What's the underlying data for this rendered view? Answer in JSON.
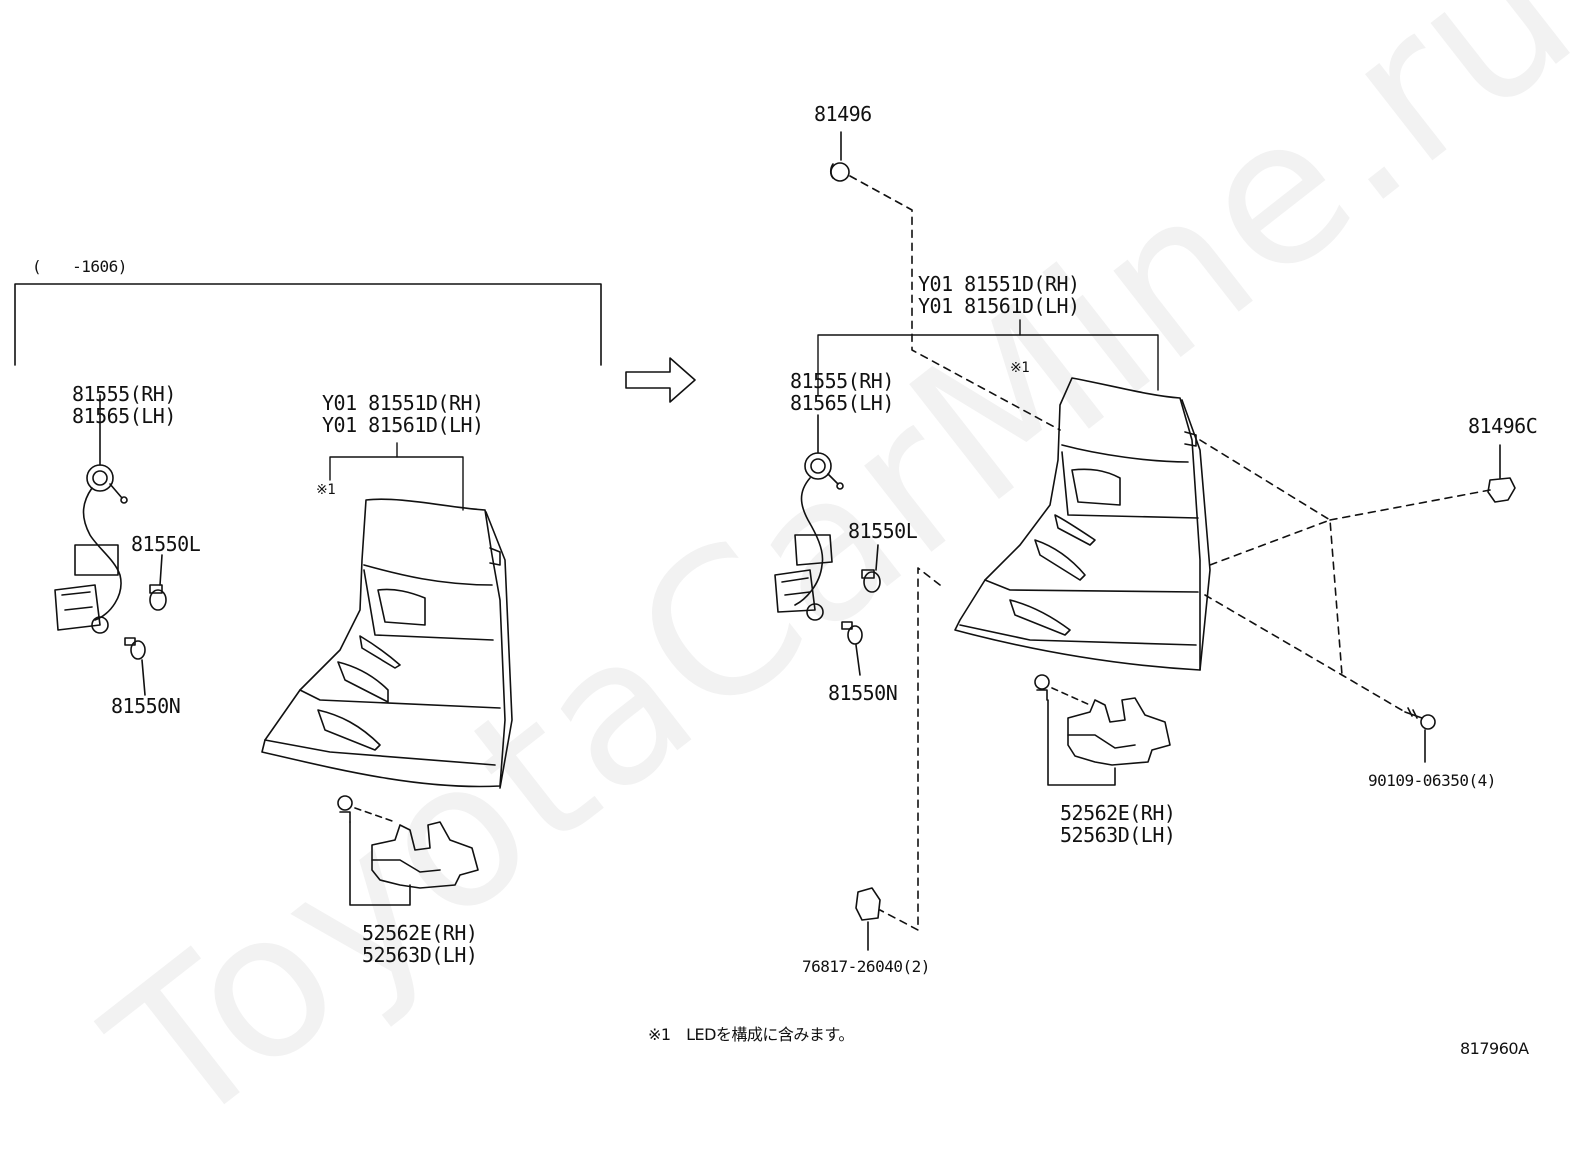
{
  "watermark": "ToyotaCarMine.ru",
  "left_group": {
    "range": "(　　-1606)",
    "socket": [
      "81555(RH)",
      "81565(LH)"
    ],
    "bulb_l": "81550L",
    "bulb_n": "81550N",
    "lamp": [
      "Y01 81551D(RH)",
      "Y01 81561D(LH)"
    ],
    "note_mark": "※1",
    "bracket": [
      "52562E(RH)",
      "52563D(LH)"
    ]
  },
  "right_group": {
    "clip_top": "81496",
    "lamp": [
      "Y01 81551D(RH)",
      "Y01 81561D(LH)"
    ],
    "note_mark": "※1",
    "socket": [
      "81555(RH)",
      "81565(LH)"
    ],
    "bulb_l": "81550L",
    "bulb_n": "81550N",
    "clip_right": "81496C",
    "screw": "90109-06350(4)",
    "bracket": [
      "52562E(RH)",
      "52563D(LH)"
    ],
    "nut": "76817-26040(2)"
  },
  "footnote": "※1　LEDを構成に含みます。",
  "diagram_code": "817960A"
}
